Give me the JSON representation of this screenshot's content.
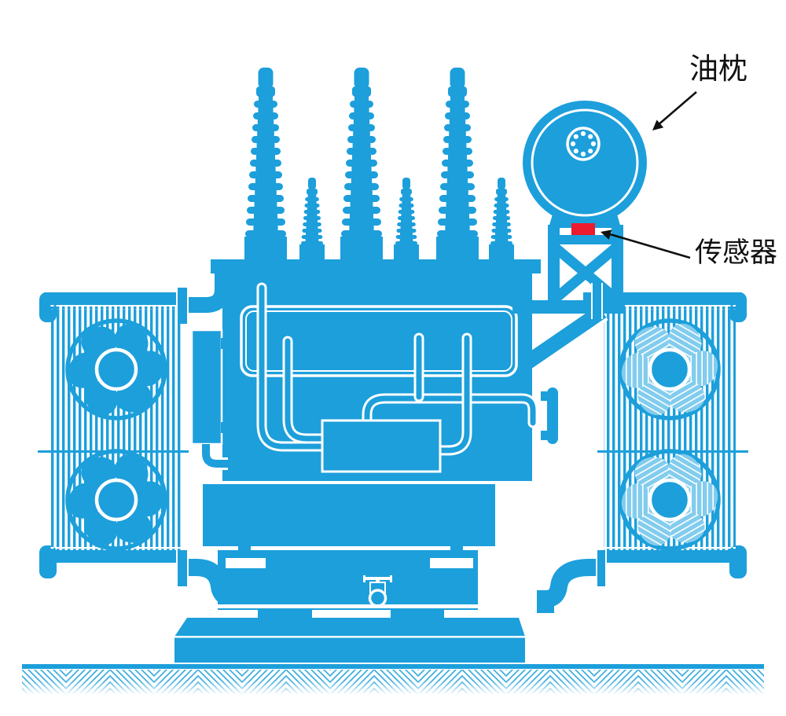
{
  "figure": {
    "alt": "Blue silhouette technical illustration of an oil-immersed power transformer standing on hatched ground, with cooling radiators and fans on both sides, three large and three small bushings on top, an oil conservator tank on a lattice support at the upper right, and a red sensor module highlighted under the conservator."
  },
  "labels": {
    "oil_conservator": "油枕",
    "sensor": "传感器"
  },
  "colors": {
    "primary": "#1C9FDB",
    "light": "#82CCEE",
    "red": "#EC1B2D",
    "ink": "#111111",
    "white": "#ffffff"
  },
  "parts": [
    "oil-conservator-tank",
    "conservator-manhole-flange",
    "sensor-module",
    "lattice-support",
    "hv-bushing-large",
    "lv-bushing-small",
    "tank-body",
    "nameplate-panel",
    "cooling-pipes",
    "control-box",
    "radiator-fins",
    "cooling-fan",
    "drain-valve",
    "base-plinth",
    "ground-hatching"
  ]
}
